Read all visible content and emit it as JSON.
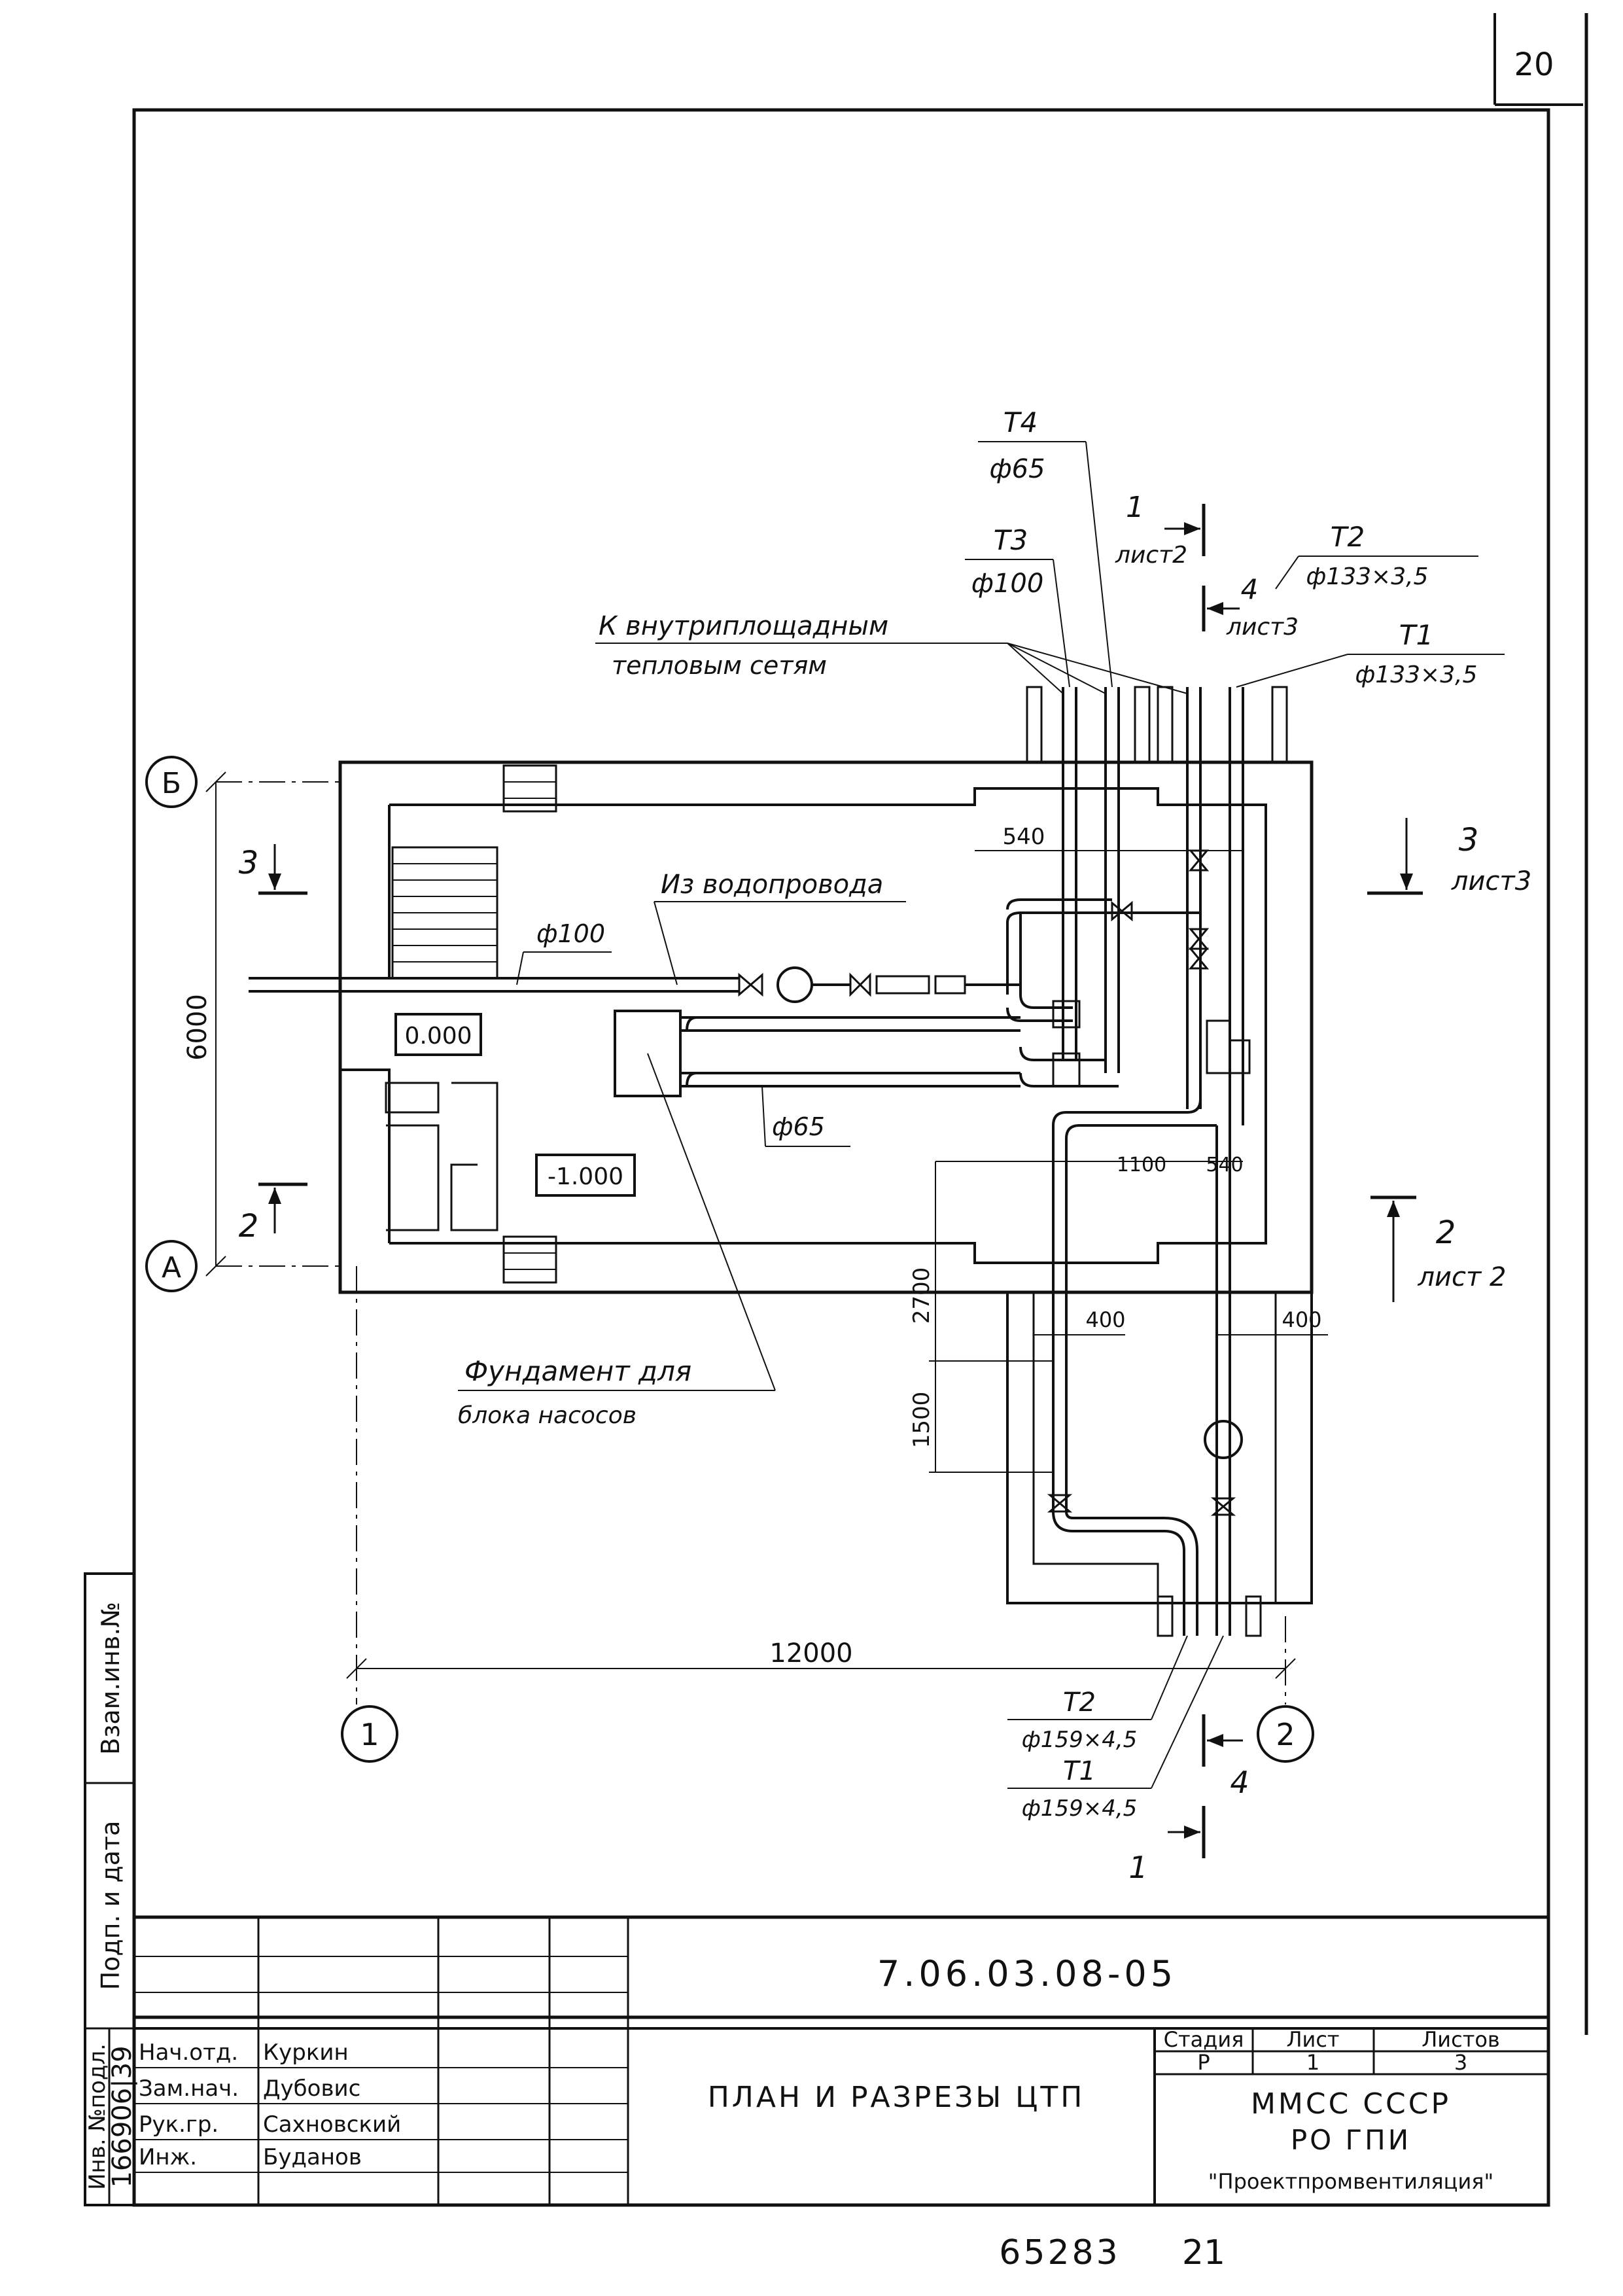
{
  "page_number": "20",
  "drawing": {
    "axes": {
      "a": "А",
      "b": "Б",
      "one": "1",
      "two": "2"
    },
    "dimensions": {
      "d6000": "6000",
      "d12000": "12000",
      "d540_top": "540",
      "d1100": "1100",
      "d540_mid": "540",
      "d2700": "2700",
      "d1500": "1500",
      "d400_left": "400",
      "d400_right": "400"
    },
    "elevations": {
      "zero": "0.000",
      "minus": "-1.000"
    },
    "pipes": {
      "t4": "Т4",
      "t4_dia": "ф65",
      "t3": "Т3",
      "t3_dia": "ф100",
      "t2_top": "Т2",
      "t2_top_dia": "ф133×3,5",
      "t1_top": "Т1",
      "t1_top_dia": "ф133×3,5",
      "t2_bottom": "Т2",
      "t2_bottom_dia": "ф159×4,5",
      "t1_bottom": "Т1",
      "t1_bottom_dia": "ф159×4,5",
      "water_dia": "ф100",
      "pump_dia": "ф65"
    },
    "labels": {
      "heat_net_1": "К внутриплощадным",
      "heat_net_2": "тепловым сетям",
      "water_supply": "Из водопровода",
      "foundation_1": "Фундамент для",
      "foundation_2": "блока насосов"
    },
    "sections": {
      "s1_top": "1",
      "s1_top_sheet": "лист2",
      "s4_top": "4",
      "s4_top_sheet": "лист3",
      "s3_left": "3",
      "s3_right": "3",
      "s3_right_sheet": "лист3",
      "s2_left": "2",
      "s2_right": "2",
      "s2_right_sheet": "лист 2",
      "s4_bottom": "4",
      "s1_bottom": "1"
    }
  },
  "side_stamp": {
    "inv_podl_label": "Инв. №подл.",
    "inv_podl_value": "166906|39",
    "sign_date_label": "Подп. и дата",
    "vzam_label": "Взам.инв.№"
  },
  "title_block": {
    "doc_code": "7.06.03.08-05",
    "title": "ПЛАН И РАЗРЕЗЫ ЦТП",
    "rows": [
      {
        "role": "Нач.отд.",
        "name": "Куркин"
      },
      {
        "role": "Зам.нач.",
        "name": "Дубовис"
      },
      {
        "role": "Рук.гр.",
        "name": "Сахновский"
      },
      {
        "role": "Инж.",
        "name": "Буданов"
      }
    ],
    "stage_label": "Стадия",
    "sheet_label": "Лист",
    "sheets_label": "Листов",
    "stage": "Р",
    "sheet": "1",
    "sheets": "3",
    "org_1": "ММСС СССР",
    "org_2": "РО ГПИ",
    "org_3": "\"Проектпромвентиляция\""
  },
  "footer": {
    "archive": "65283",
    "page": "21"
  }
}
